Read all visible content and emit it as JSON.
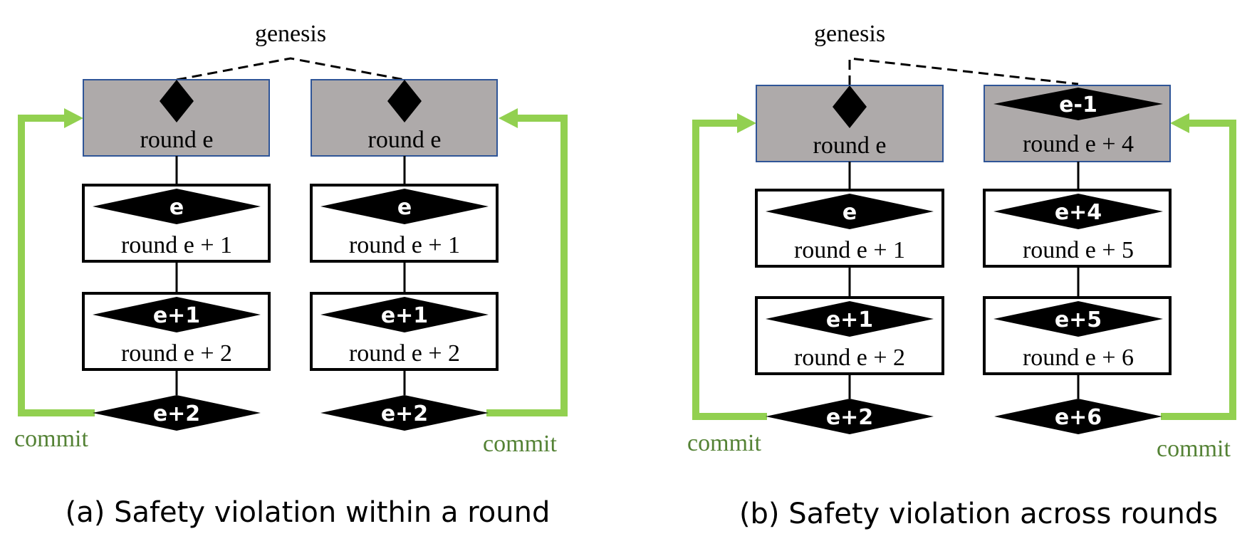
{
  "colors": {
    "commit_green": "#92d050",
    "commit_text": "#548235",
    "root_fill": "#aeaaaa",
    "root_border": "#2f5597"
  },
  "panel_a": {
    "genesis": "genesis",
    "caption": "(a) Safety violation within a round",
    "commit": "commit",
    "left_chain": {
      "root": {
        "label": "round e"
      },
      "blocks": [
        {
          "diamond": "e",
          "label": "round e + 1"
        },
        {
          "diamond": "e+1",
          "label": "round e + 2"
        }
      ],
      "tip": "e+2"
    },
    "right_chain": {
      "root": {
        "label": "round e"
      },
      "blocks": [
        {
          "diamond": "e",
          "label": "round e + 1"
        },
        {
          "diamond": "e+1",
          "label": "round e + 2"
        }
      ],
      "tip": "e+2"
    }
  },
  "panel_b": {
    "genesis": "genesis",
    "caption": "(b) Safety violation across rounds",
    "commit": "commit",
    "left_chain": {
      "root": {
        "label": "round e"
      },
      "blocks": [
        {
          "diamond": "e",
          "label": "round e + 1"
        },
        {
          "diamond": "e+1",
          "label": "round e + 2"
        }
      ],
      "tip": "e+2"
    },
    "right_chain": {
      "root": {
        "diamond": "e-1",
        "label": "round e + 4"
      },
      "blocks": [
        {
          "diamond": "e+4",
          "label": "round e + 5"
        },
        {
          "diamond": "e+5",
          "label": "round e + 6"
        }
      ],
      "tip": "e+6"
    }
  }
}
